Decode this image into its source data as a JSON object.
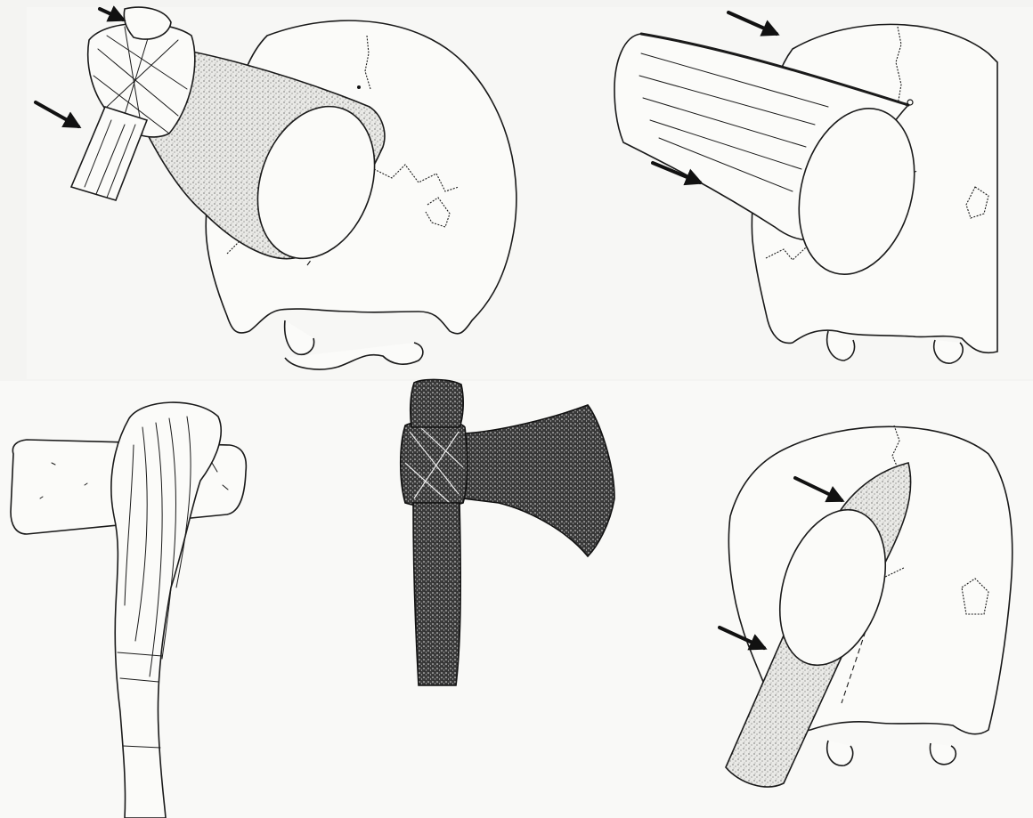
{
  "figure": {
    "panels": [
      {
        "id": "skull-stone-axe-strike",
        "label": ""
      },
      {
        "id": "skull-flat-blade-strike",
        "label": ""
      },
      {
        "id": "antler-hammer-axe",
        "label": ""
      },
      {
        "id": "hafted-stone-axe",
        "label": ""
      },
      {
        "id": "skull-pointed-tool-strike",
        "label": ""
      }
    ],
    "colors": {
      "ink": "#1a1a1a",
      "paper": "#f4f4f2",
      "panel": "#fbfbf9"
    },
    "icons": [
      "arrow-icon"
    ]
  }
}
